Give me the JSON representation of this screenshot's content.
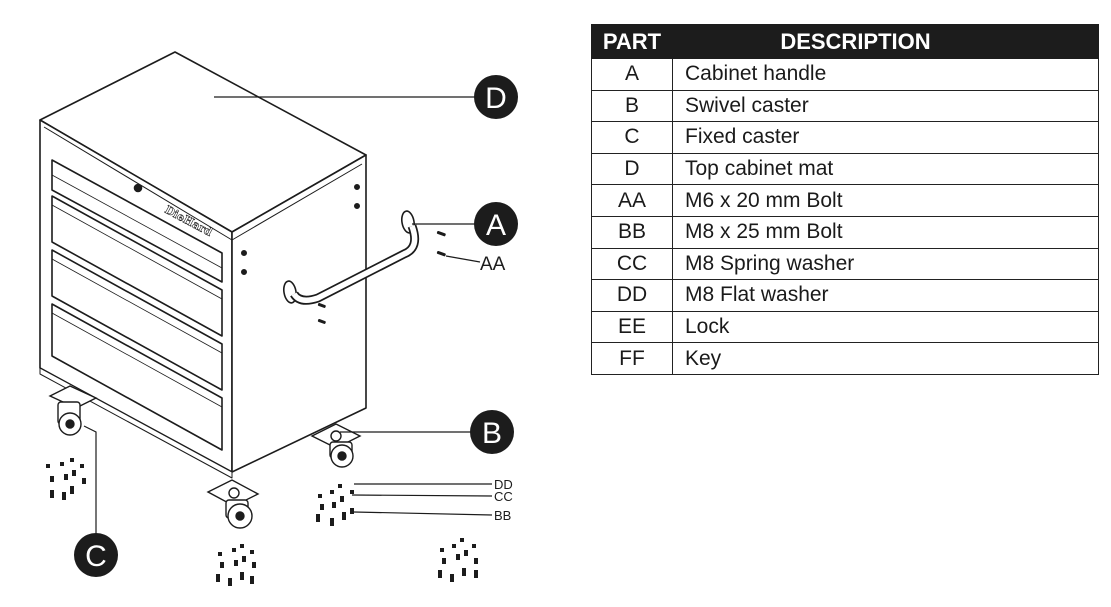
{
  "table": {
    "header_part": "PART",
    "header_description": "DESCRIPTION",
    "rows": [
      {
        "part": "A",
        "description": "Cabinet handle"
      },
      {
        "part": "B",
        "description": "Swivel caster"
      },
      {
        "part": "C",
        "description": "Fixed caster"
      },
      {
        "part": "D",
        "description": "Top cabinet mat"
      },
      {
        "part": "AA",
        "description": "M6 x 20 mm Bolt"
      },
      {
        "part": "BB",
        "description": "M8 x 25 mm Bolt"
      },
      {
        "part": "CC",
        "description": "M8 Spring washer"
      },
      {
        "part": "DD",
        "description": "M8 Flat washer"
      },
      {
        "part": "EE",
        "description": "Lock"
      },
      {
        "part": "FF",
        "description": "Key"
      }
    ]
  },
  "diagram": {
    "callouts": {
      "a": "A",
      "b": "B",
      "c": "C",
      "d": "D"
    },
    "labels": {
      "aa": "AA",
      "bb": "BB",
      "cc": "CC",
      "dd": "DD"
    },
    "brand": "DieHard"
  },
  "colors": {
    "ink": "#1c1c1c",
    "panel": "#ffffff"
  }
}
